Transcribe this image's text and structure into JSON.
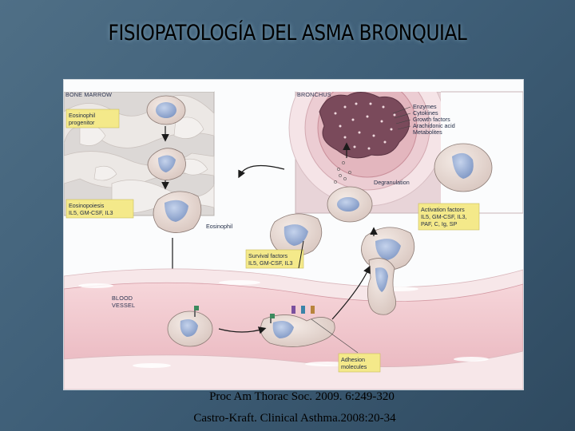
{
  "slide": {
    "title": "FISIOPATOLOGÍA DEL ASMA BRONQUIAL",
    "citation_1": "Proc Am Thorac Soc. 2009. 6:249-320",
    "citation_2": "Castro-Kraft. Clinical  Asthma.2008:20-34"
  },
  "figure": {
    "bone_marrow": "BONE MARROW",
    "eosinophil_progenitor_1": "Eosinophil",
    "eosinophil_progenitor_2": "progenitor",
    "eosinopoiesis_1": "Eosinopoiesis",
    "eosinopoiesis_2": "IL5, GM-CSF, IL3",
    "bronchus": "BRONCHUS",
    "mediators": [
      "Enzymes",
      "Cytokines",
      "Growth factors",
      "Arachidonic acid",
      "Metabolites"
    ],
    "degranulation": "Degranulation",
    "eosinophil": "Eosinophil",
    "activation_1": "Activation factors",
    "activation_2": "IL5, GM-CSF, IL3,",
    "activation_3": "PAF, C, Ig, SP",
    "survival_1": "Survival factors",
    "survival_2": "IL5, GM-CSF, IL3",
    "blood_vessel_1": "BLOOD",
    "blood_vessel_2": "VESSEL",
    "adhesion_1": "Adhesion",
    "adhesion_2": "molecules"
  },
  "colors": {
    "label_box": "#f4e98a",
    "cell_body": "#e9dcd7",
    "nucleus": "#9fb3d6",
    "vessel": "#f1c6cc"
  }
}
